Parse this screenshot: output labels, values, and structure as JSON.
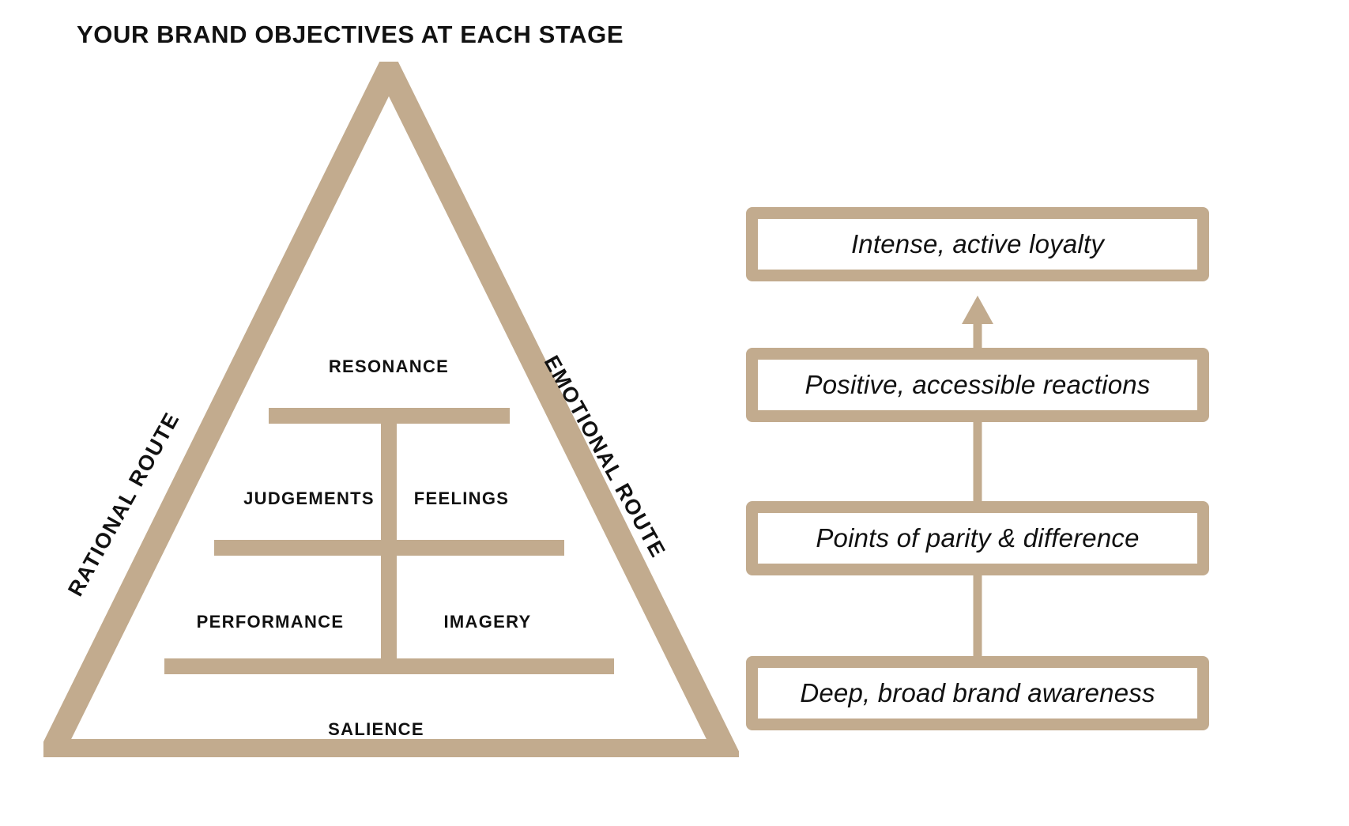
{
  "page": {
    "title": "YOUR BRAND OBJECTIVES AT EACH STAGE",
    "accent_color": "#c2ab8e",
    "text_color": "#111111",
    "background_color": "#ffffff"
  },
  "pyramid": {
    "route_left": "RATIONAL ROUTE",
    "route_right": "EMOTIONAL ROUTE",
    "tiers": [
      {
        "id": "resonance",
        "label": "RESONANCE",
        "level": 4
      },
      {
        "id": "judgements",
        "label": "JUDGEMENTS",
        "level": 3,
        "side": "left"
      },
      {
        "id": "feelings",
        "label": "FEELINGS",
        "level": 3,
        "side": "right"
      },
      {
        "id": "performance",
        "label": "PERFORMANCE",
        "level": 2,
        "side": "left"
      },
      {
        "id": "imagery",
        "label": "IMAGERY",
        "level": 2,
        "side": "right"
      },
      {
        "id": "salience",
        "label": "SALIENCE",
        "level": 1
      }
    ]
  },
  "objectives": {
    "boxes": [
      {
        "id": "loyalty",
        "text": "Intense, active loyalty"
      },
      {
        "id": "reactions",
        "text": "Positive, accessible reactions"
      },
      {
        "id": "parity-difference",
        "text": "Points of parity & difference"
      },
      {
        "id": "awareness",
        "text": "Deep, broad brand awareness"
      }
    ],
    "connector": {
      "direction": "upward",
      "arrow_icon": "arrow-up-icon"
    }
  }
}
